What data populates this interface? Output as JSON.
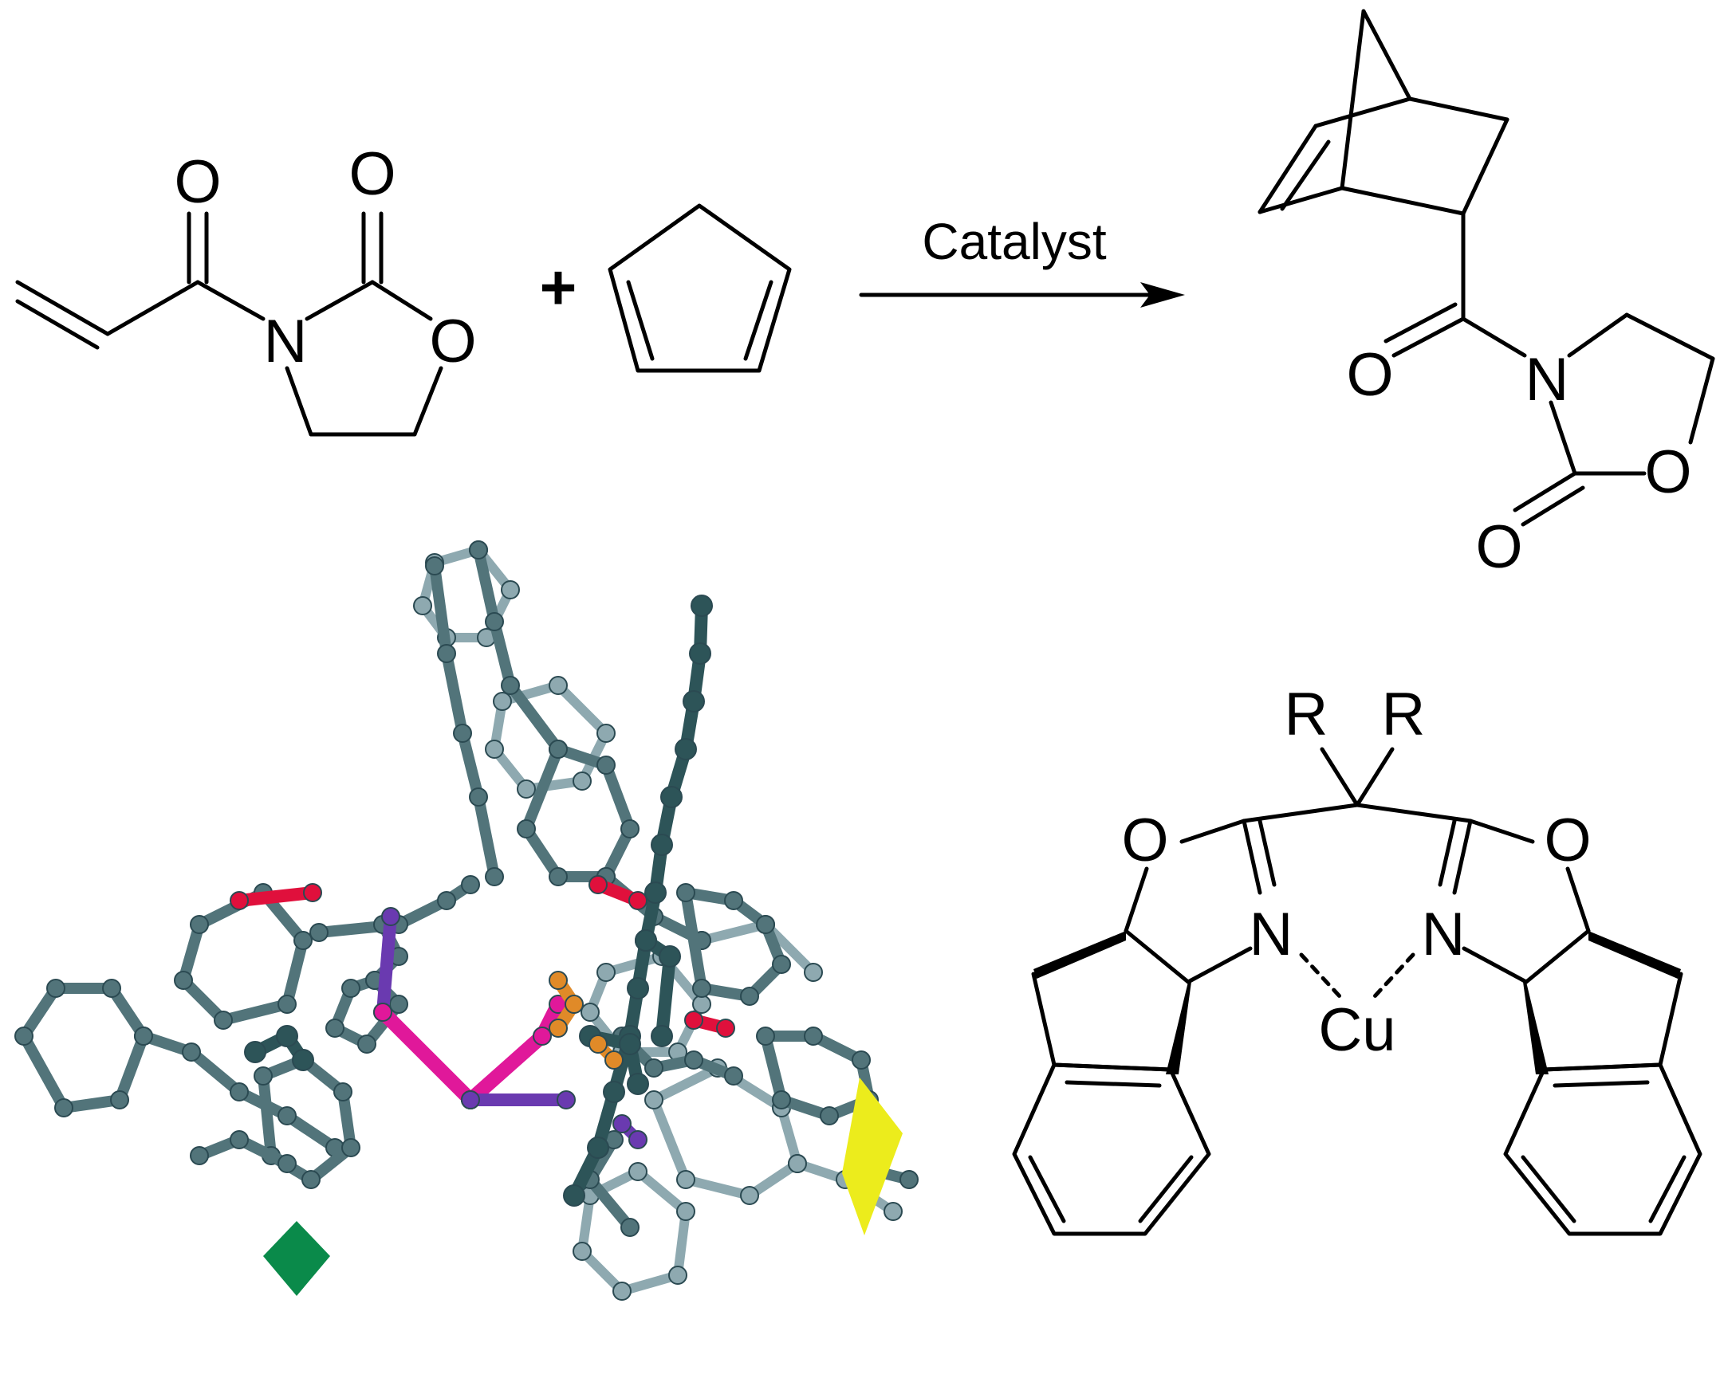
{
  "reaction": {
    "plus_sign": "+",
    "arrow_label": "Catalyst"
  },
  "atom_labels": {
    "oxygen": "O",
    "nitrogen": "N",
    "copper": "Cu",
    "substituent": "R"
  },
  "colors": {
    "bond_line": "#000000",
    "model_dark": "#2d5458",
    "model_mid": "#52747a",
    "model_light": "#8ea9b0",
    "oxygen_red": "#e0103c",
    "nitrogen_purple": "#6a3ab0",
    "copper_magenta": "#e0189a",
    "phosphorus_orange": "#e08a28",
    "highlight_yellow": "#ecec1c",
    "marker_green": "#0a8a4a"
  }
}
